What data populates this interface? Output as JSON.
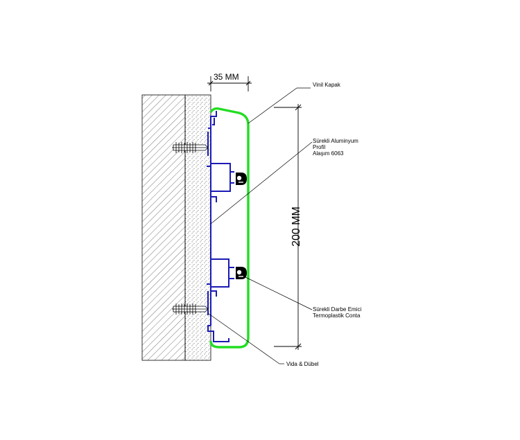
{
  "dimensions": {
    "thickness": "35 MM",
    "height": "200 MM"
  },
  "callouts": {
    "vinyl_cover": "Vinil Kapak",
    "aluminum_profile": [
      "Sürekli Aluminyum",
      "Profil",
      "Alaşım 6063"
    ],
    "shock_absorber": [
      "Sürekli Darbe Emici",
      "Termoplastik Conta"
    ],
    "screw_anchor": "Vida & Dübel"
  },
  "colors": {
    "vinyl_cover": "#22dd22",
    "aluminum_profile": "#1a1ab4",
    "lines": "#000000",
    "wall_hatch": "#555555"
  },
  "icons": [
    "wall-hatch",
    "plaster-dots",
    "screw-anchor-icon",
    "bumper-gasket-icon"
  ]
}
